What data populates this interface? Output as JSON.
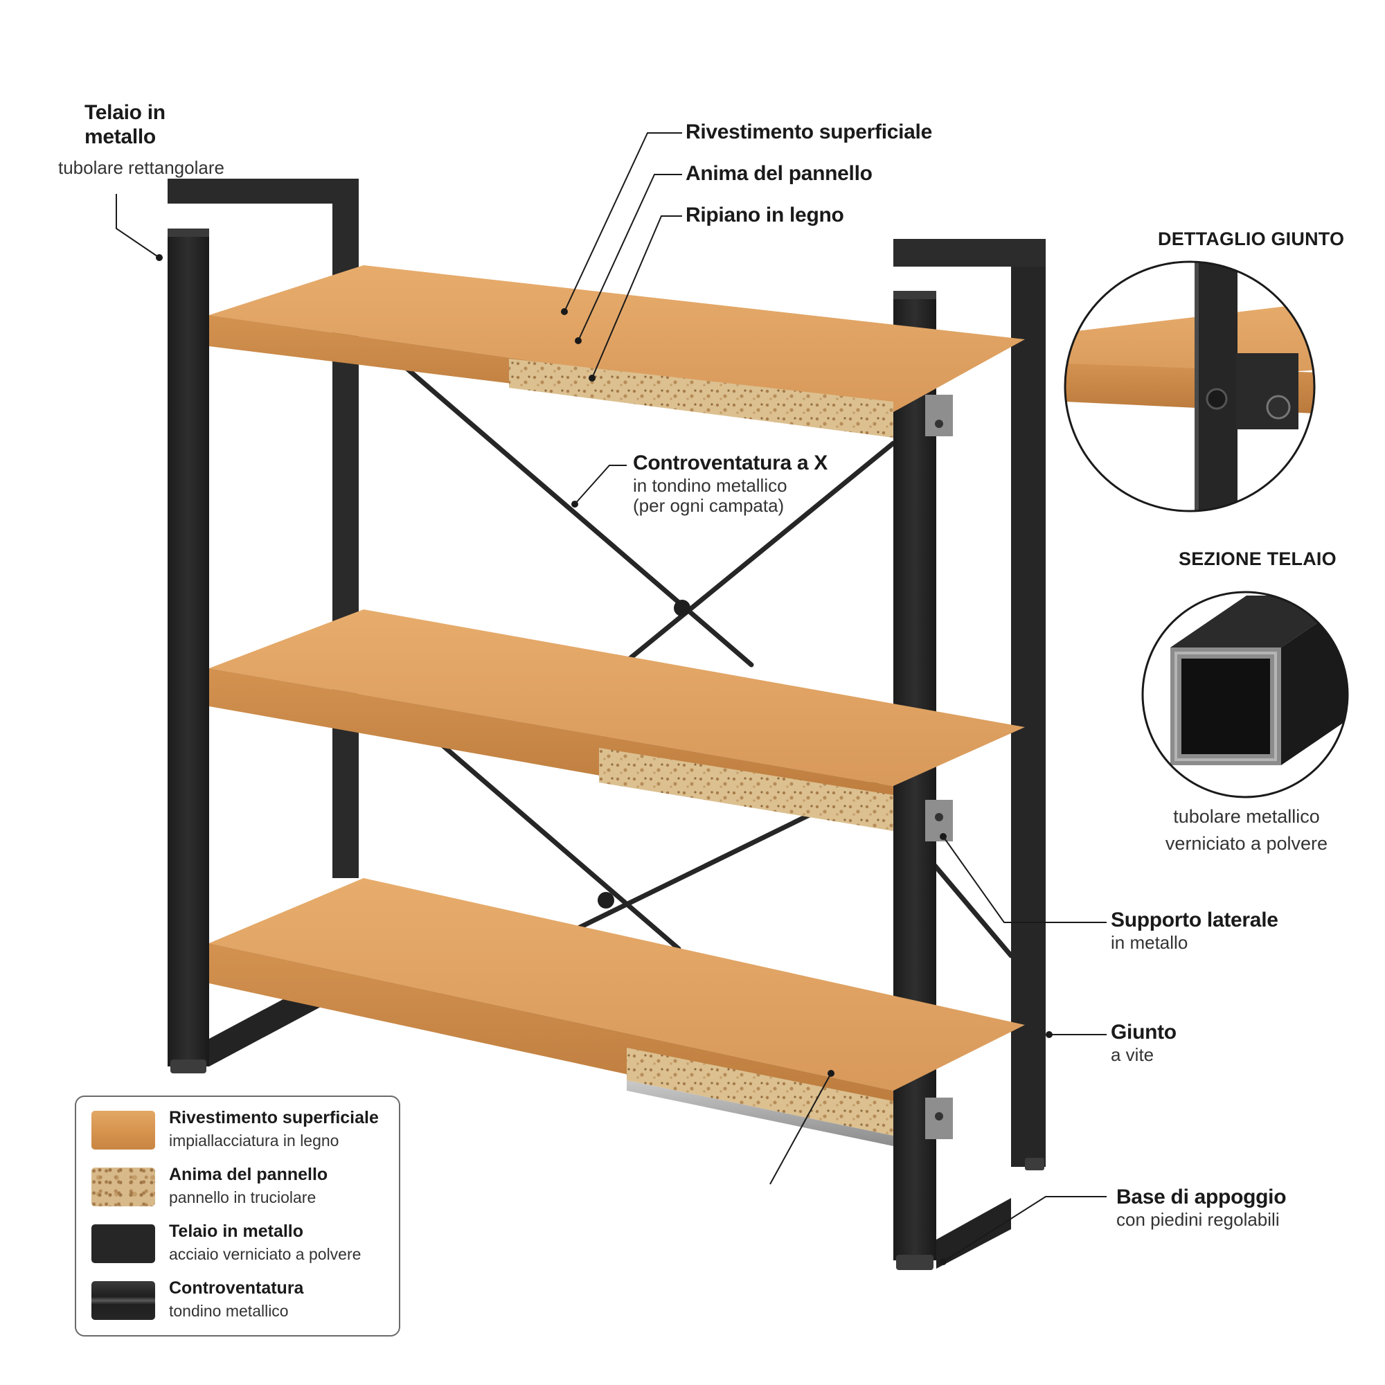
{
  "labels": {
    "telaio": {
      "title_line1": "Telaio in",
      "title_line2": "metallo",
      "subtitle": "tubolare rettangolare"
    },
    "rivestimento": {
      "title": "Rivestimento superficiale"
    },
    "anima": {
      "title": "Anima del pannello"
    },
    "ripiano": {
      "title": "Ripiano in legno"
    },
    "controventatura": {
      "title": "Controventatura a X",
      "line1": "in tondino metallico",
      "line2": "(per ogni campata)"
    },
    "supporto": {
      "title": "Supporto laterale",
      "subtitle": "in metallo"
    },
    "giunto": {
      "title": "Giunto",
      "subtitle": "a vite"
    },
    "base": {
      "title": "Base di appoggio",
      "subtitle": "con piedini regolabili"
    }
  },
  "details": {
    "joint_heading": "DETTAGLIO GIUNTO",
    "section_heading": "SEZIONE TELAIO",
    "section_caption_line1": "tubolare metallico",
    "section_caption_line2": "verniciato a polvere"
  },
  "legend": [
    {
      "title": "Rivestimento superficiale",
      "subtitle": "impiallacciatura in legno",
      "swatch": "wood"
    },
    {
      "title": "Anima del pannello",
      "subtitle": "pannello in truciolare",
      "swatch": "core"
    },
    {
      "title": "Telaio in metallo",
      "subtitle": "acciaio verniciato a polvere",
      "swatch": "frame"
    },
    {
      "title": "Controventatura",
      "subtitle": "tondino metallico",
      "swatch": "rod"
    }
  ],
  "colors": {
    "frame": "#262626",
    "wood_top": "#dda063",
    "wood_front": "#c98542",
    "core": "#d8b98a",
    "rod": "#2a2a2a"
  }
}
